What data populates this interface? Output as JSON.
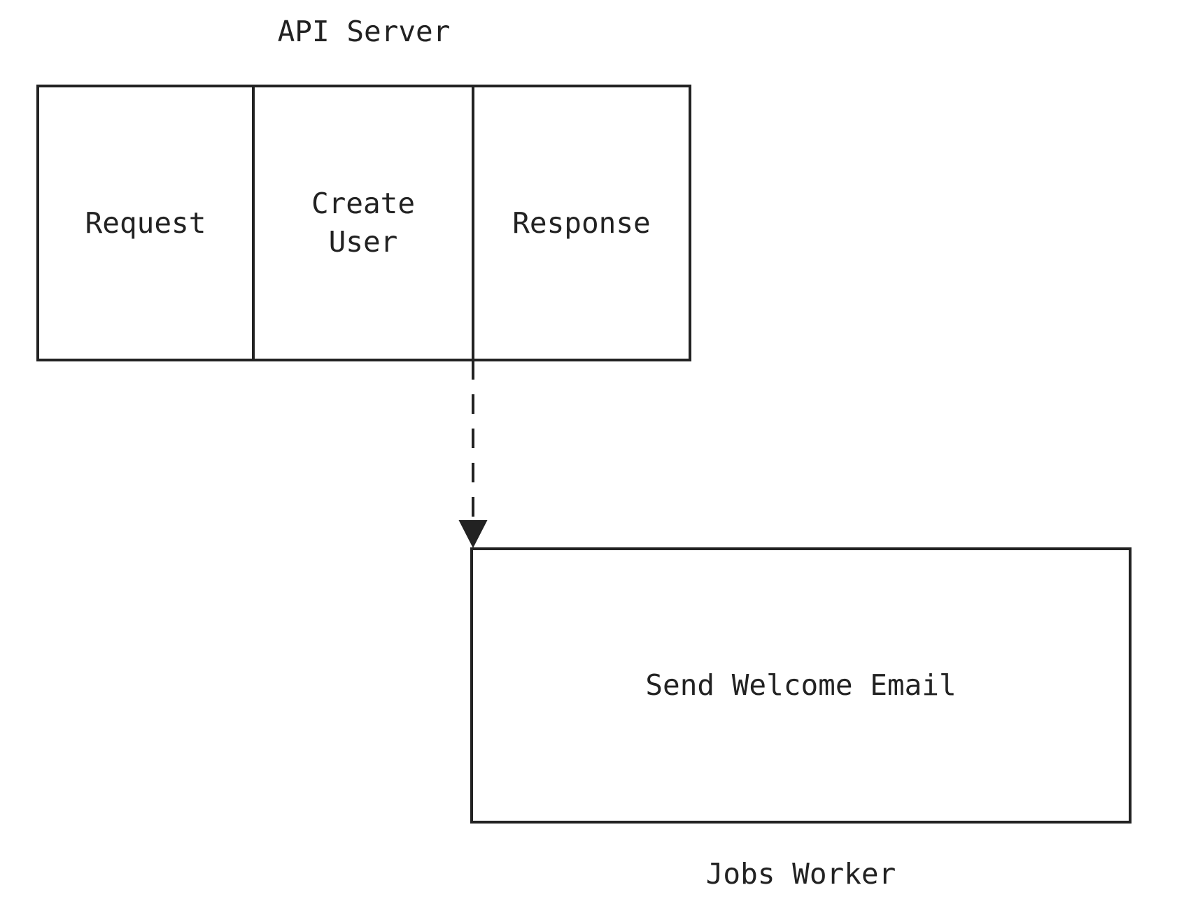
{
  "colors": {
    "ink": "#222222",
    "background": "#ffffff"
  },
  "diagram": {
    "api_server": {
      "title": "API Server",
      "nodes": [
        {
          "label": "Request"
        },
        {
          "label": "Create\nUser"
        },
        {
          "label": "Response"
        }
      ]
    },
    "edge": {
      "type": "dashed-arrow",
      "from": "Create User",
      "to": "Send Welcome Email"
    },
    "jobs_worker": {
      "node": {
        "label": "Send Welcome Email"
      },
      "caption": "Jobs Worker"
    }
  }
}
